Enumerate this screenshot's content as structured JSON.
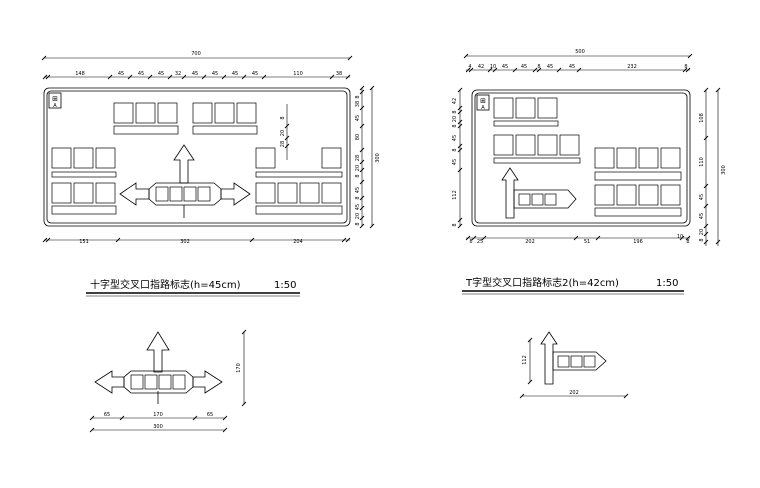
{
  "titles": {
    "cross_sign": "十字型交叉口指路标志(h=45cm)",
    "cross_scale": "1:50",
    "t_sign": "T字型交叉口指路标志2(h=42cm)",
    "t_scale": "1:50"
  },
  "cross_sign_dims": {
    "total_width": "700",
    "top_segments": [
      "148",
      "45",
      "45",
      "45",
      "32",
      "45",
      "45",
      "45",
      "45",
      "110",
      "38"
    ],
    "bottom_segments": [
      "151",
      "302",
      "204"
    ],
    "right_total": "300",
    "right_segments": [
      "8",
      "38",
      "45",
      "80",
      "28",
      "20",
      "8",
      "45",
      "8",
      "45",
      "20",
      "8"
    ],
    "inner_segments": [
      "8",
      "20",
      "28"
    ]
  },
  "t_sign_dims": {
    "total_width": "500",
    "top_segments": [
      "4",
      "42",
      "10",
      "45",
      "45",
      "8",
      "45",
      "45",
      "232",
      "8"
    ],
    "bottom_segments": [
      "8",
      "25",
      "202",
      "51",
      "196",
      "10",
      "8"
    ],
    "right_total": "300",
    "right_segments": [
      "108",
      "110",
      "45",
      "45",
      "20",
      "8"
    ],
    "left_segments": [
      "42",
      "8",
      "20",
      "8",
      "45",
      "8",
      "45",
      "112",
      "8"
    ]
  },
  "cross_detail_dims": {
    "height": "170",
    "bottom_segments": [
      "65",
      "170",
      "65"
    ],
    "bottom_total": "300"
  },
  "t_detail_dims": {
    "height": "112",
    "width": "202"
  },
  "badge": {
    "symbol": "⊞",
    "letter": "A"
  }
}
